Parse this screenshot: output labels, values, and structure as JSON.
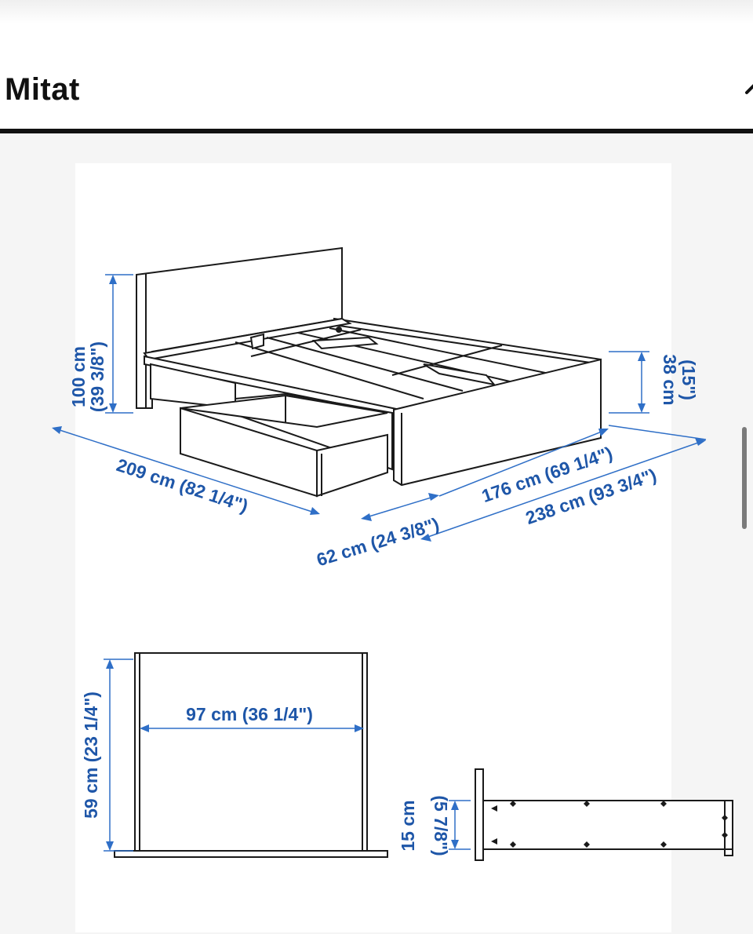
{
  "header": {
    "title": "Mitat"
  },
  "colors": {
    "dimension_text": "#1e56a8",
    "dimension_arrow": "#2f6fc7",
    "line_art": "#1a1a1a",
    "panel_background": "#f5f5f5",
    "divider": "#111111"
  },
  "icons": {
    "collapse": "chevron-up-icon"
  },
  "bed_diagram": {
    "headboard_height": "100 cm",
    "headboard_height_in": "(39 3/8\")",
    "frame_height": "38 cm",
    "frame_height_in": "(15\")",
    "length": "209 cm (82 1/4\")",
    "drawer_extension": "62 cm (24 3/8\")",
    "width": "176 cm (69 1/4\")",
    "width_with_drawer": "238 cm (93 3/4\")"
  },
  "drawer_diagram": {
    "drawer_width": "97 cm (36 1/4\")",
    "drawer_depth": "59 cm (23 1/4\")",
    "drawer_height": "15 cm",
    "drawer_height_in": "(5 7/8\")"
  }
}
